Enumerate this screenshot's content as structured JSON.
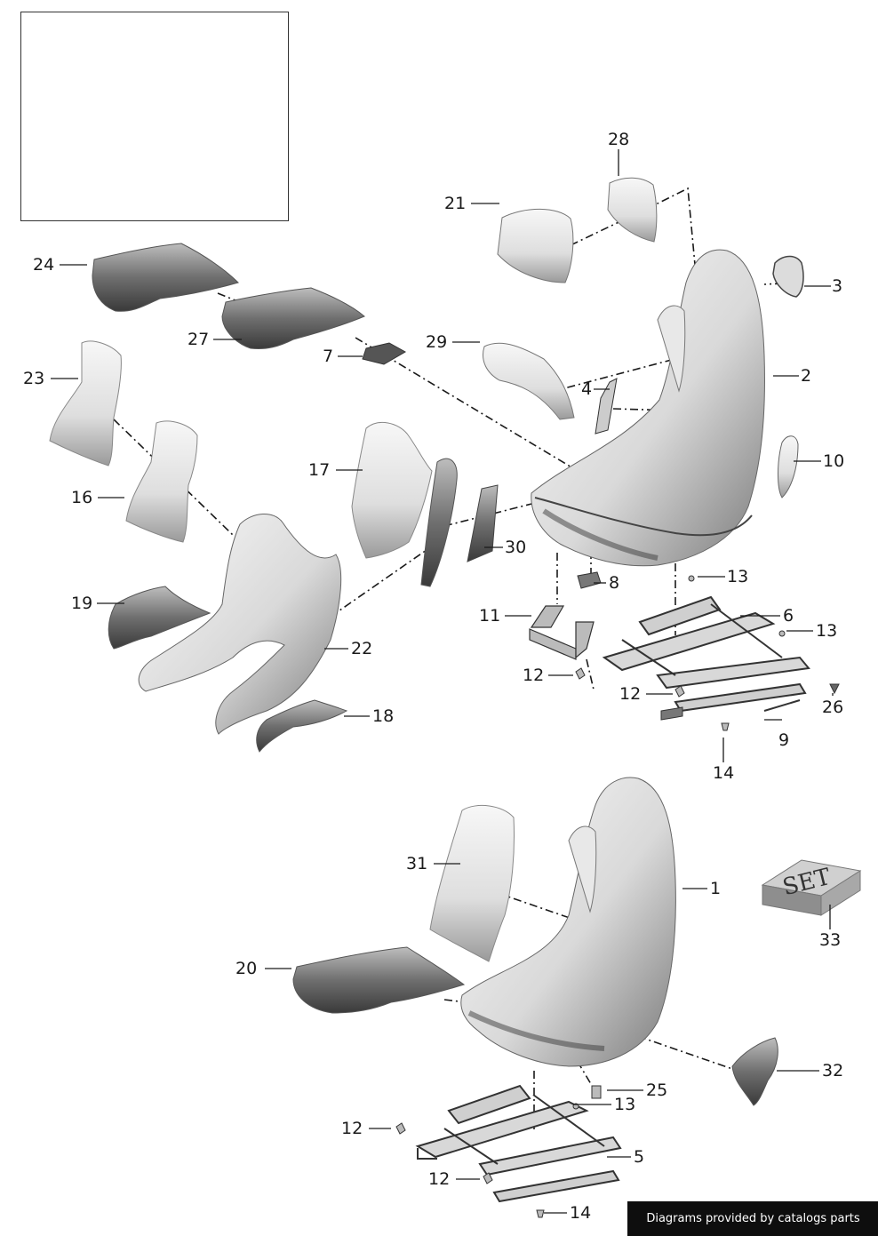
{
  "diagram": {
    "credit": "Diagrams provided by catalogs parts",
    "set_label": "SET",
    "callouts": [
      {
        "id": "c28",
        "label": "28"
      },
      {
        "id": "c21",
        "label": "21"
      },
      {
        "id": "c24",
        "label": "24"
      },
      {
        "id": "c3",
        "label": "3"
      },
      {
        "id": "c27",
        "label": "27"
      },
      {
        "id": "c29",
        "label": "29"
      },
      {
        "id": "c7",
        "label": "7"
      },
      {
        "id": "c2",
        "label": "2"
      },
      {
        "id": "c23",
        "label": "23"
      },
      {
        "id": "c4",
        "label": "4"
      },
      {
        "id": "c10",
        "label": "10"
      },
      {
        "id": "c17",
        "label": "17"
      },
      {
        "id": "c16",
        "label": "16"
      },
      {
        "id": "c30",
        "label": "30"
      },
      {
        "id": "c13a",
        "label": "13"
      },
      {
        "id": "c8",
        "label": "8"
      },
      {
        "id": "c19",
        "label": "19"
      },
      {
        "id": "c11",
        "label": "11"
      },
      {
        "id": "c6",
        "label": "6"
      },
      {
        "id": "c13b",
        "label": "13"
      },
      {
        "id": "c22",
        "label": "22"
      },
      {
        "id": "c12a",
        "label": "12"
      },
      {
        "id": "c12b",
        "label": "12"
      },
      {
        "id": "c26",
        "label": "26"
      },
      {
        "id": "c18",
        "label": "18"
      },
      {
        "id": "c9",
        "label": "9"
      },
      {
        "id": "c14a",
        "label": "14"
      },
      {
        "id": "c31",
        "label": "31"
      },
      {
        "id": "c1",
        "label": "1"
      },
      {
        "id": "c33",
        "label": "33"
      },
      {
        "id": "c20",
        "label": "20"
      },
      {
        "id": "c32",
        "label": "32"
      },
      {
        "id": "c25",
        "label": "25"
      },
      {
        "id": "c13c",
        "label": "13"
      },
      {
        "id": "c12c",
        "label": "12"
      },
      {
        "id": "c5",
        "label": "5"
      },
      {
        "id": "c12d",
        "label": "12"
      },
      {
        "id": "c14b",
        "label": "14"
      }
    ]
  }
}
